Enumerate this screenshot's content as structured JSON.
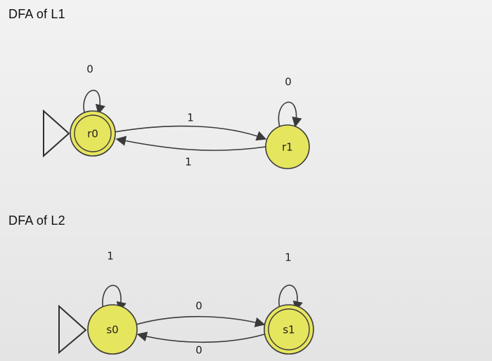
{
  "headings": {
    "dfa1": "DFA of L1",
    "dfa2": "DFA of L2"
  },
  "dfa1": {
    "states": {
      "r0": {
        "label": "r0",
        "start": true,
        "accepting": true
      },
      "r1": {
        "label": "r1",
        "start": false,
        "accepting": false
      }
    },
    "transitions": [
      {
        "from": "r0",
        "to": "r0",
        "label": "0"
      },
      {
        "from": "r1",
        "to": "r1",
        "label": "0"
      },
      {
        "from": "r0",
        "to": "r1",
        "label": "1"
      },
      {
        "from": "r1",
        "to": "r0",
        "label": "1"
      }
    ]
  },
  "dfa2": {
    "states": {
      "s0": {
        "label": "s0",
        "start": true,
        "accepting": false
      },
      "s1": {
        "label": "s1",
        "start": false,
        "accepting": true
      }
    },
    "transitions": [
      {
        "from": "s0",
        "to": "s0",
        "label": "1"
      },
      {
        "from": "s1",
        "to": "s1",
        "label": "1"
      },
      {
        "from": "s0",
        "to": "s1",
        "label": "0"
      },
      {
        "from": "s1",
        "to": "s0",
        "label": "0"
      }
    ]
  },
  "colors": {
    "state_fill": "#e6e55e",
    "stroke": "#3a3a3a",
    "background": "#ededed"
  }
}
